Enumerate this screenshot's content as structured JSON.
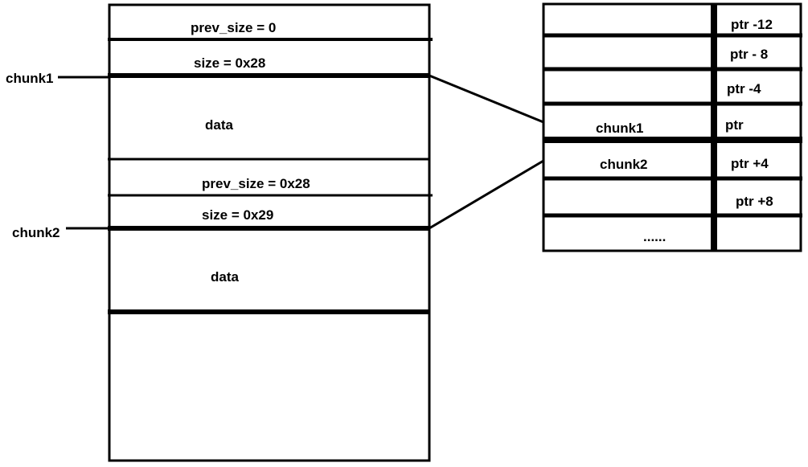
{
  "heap": {
    "blocks": [
      {
        "id": "prev-size-1",
        "label": "prev_size = 0"
      },
      {
        "id": "size-1",
        "label": "size = 0x28"
      },
      {
        "id": "data-1",
        "label": "data"
      },
      {
        "id": "prev-size-2",
        "label": "prev_size = 0x28"
      },
      {
        "id": "size-2",
        "label": "size = 0x29"
      },
      {
        "id": "data-2",
        "label": "data"
      }
    ],
    "pointers": [
      {
        "id": "chunk1",
        "label": "chunk1"
      },
      {
        "id": "chunk2",
        "label": "chunk2"
      }
    ]
  },
  "table": {
    "rows": [
      {
        "left": "",
        "right": "ptr -12"
      },
      {
        "left": "",
        "right": "ptr - 8"
      },
      {
        "left": "",
        "right": "ptr -4"
      },
      {
        "left": "chunk1",
        "right": "ptr"
      },
      {
        "left": "chunk2",
        "right": "ptr +4"
      },
      {
        "left": "",
        "right": "ptr +8"
      },
      {
        "left": "......",
        "right": ""
      }
    ]
  }
}
